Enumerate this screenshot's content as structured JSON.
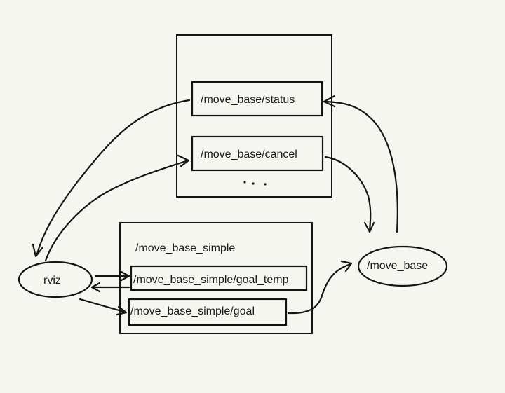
{
  "groups": {
    "move_base_topics": {
      "items": [
        {
          "label": "/move_base/status"
        },
        {
          "label": "/move_base/cancel"
        }
      ],
      "ellipsis": "..."
    },
    "move_base_simple": {
      "title": "/move_base_simple",
      "items": [
        {
          "label": "/move_base_simple/goal_temp"
        },
        {
          "label": "/move_base_simple/goal"
        }
      ]
    }
  },
  "nodes": {
    "rviz": {
      "label": "rviz"
    },
    "move_base": {
      "label": "/move_base"
    }
  },
  "colors": {
    "background": "#f6f6f1",
    "ink": "#141414"
  }
}
